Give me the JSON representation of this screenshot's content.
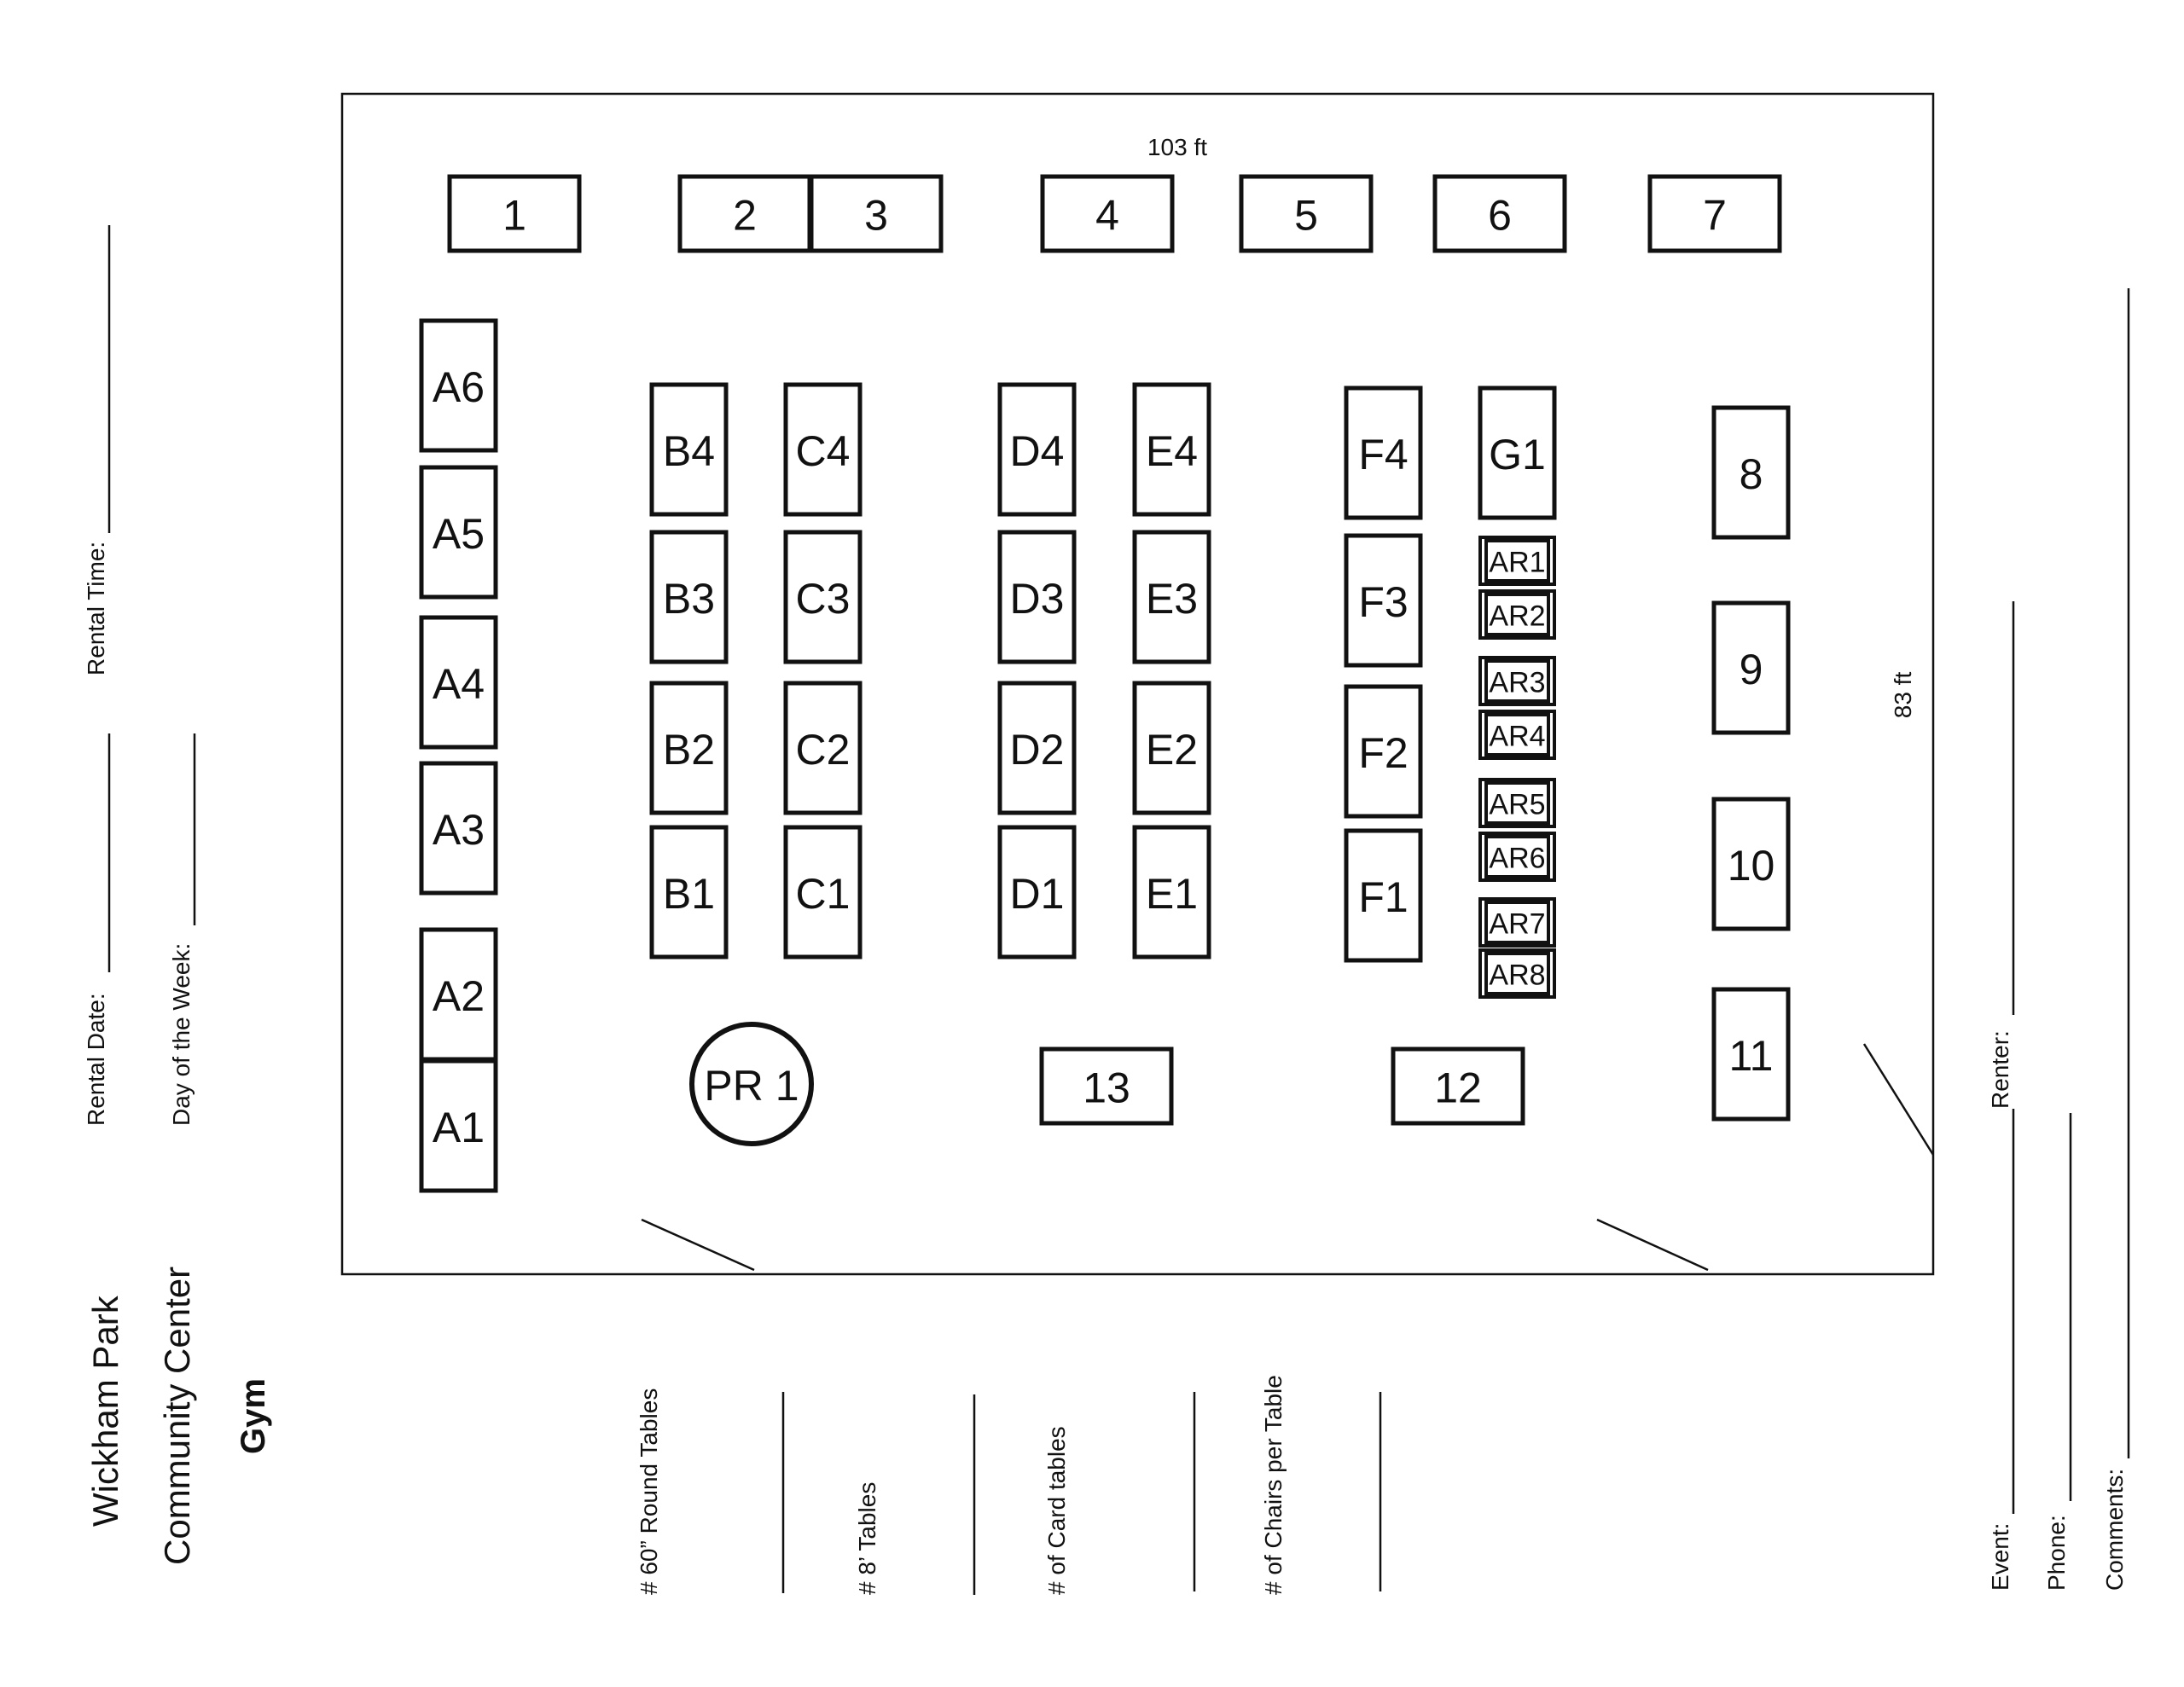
{
  "facility": {
    "name_line1": "Wickham Park",
    "name_line2": "Community Center",
    "room": "Gym"
  },
  "dimensions": {
    "width_label": "103 ft",
    "height_label": "83 ft"
  },
  "left_form": {
    "rental_time": "Rental Time:",
    "rental_date": "Rental Date:",
    "day_of_week": "Day of the Week:"
  },
  "bottom_form": {
    "round_tables": "# 60” Round Tables",
    "eight_ft_tables": "# 8’ Tables",
    "card_tables": "# of Card tables",
    "chairs_per_table": "# of Chairs per Table"
  },
  "right_form": {
    "renter": "Renter:",
    "event": "Event:",
    "phone": "Phone:",
    "comments": "Comments:"
  },
  "tables": [
    {
      "id": "1"
    },
    {
      "id": "2"
    },
    {
      "id": "3"
    },
    {
      "id": "4"
    },
    {
      "id": "5"
    },
    {
      "id": "6"
    },
    {
      "id": "7"
    },
    {
      "id": "A6"
    },
    {
      "id": "A5"
    },
    {
      "id": "A4"
    },
    {
      "id": "A3"
    },
    {
      "id": "A2"
    },
    {
      "id": "A1"
    },
    {
      "id": "B4"
    },
    {
      "id": "B3"
    },
    {
      "id": "B2"
    },
    {
      "id": "B1"
    },
    {
      "id": "C4"
    },
    {
      "id": "C3"
    },
    {
      "id": "C2"
    },
    {
      "id": "C1"
    },
    {
      "id": "D4"
    },
    {
      "id": "D3"
    },
    {
      "id": "D2"
    },
    {
      "id": "D1"
    },
    {
      "id": "E4"
    },
    {
      "id": "E3"
    },
    {
      "id": "E2"
    },
    {
      "id": "E1"
    },
    {
      "id": "F4"
    },
    {
      "id": "F3"
    },
    {
      "id": "F2"
    },
    {
      "id": "F1"
    },
    {
      "id": "G1"
    },
    {
      "id": "AR1"
    },
    {
      "id": "AR2"
    },
    {
      "id": "AR3"
    },
    {
      "id": "AR4"
    },
    {
      "id": "AR5"
    },
    {
      "id": "AR6"
    },
    {
      "id": "AR7"
    },
    {
      "id": "AR8"
    },
    {
      "id": "8"
    },
    {
      "id": "9"
    },
    {
      "id": "10"
    },
    {
      "id": "11"
    },
    {
      "id": "12"
    },
    {
      "id": "13"
    },
    {
      "id": "PR 1",
      "shape": "round"
    }
  ]
}
